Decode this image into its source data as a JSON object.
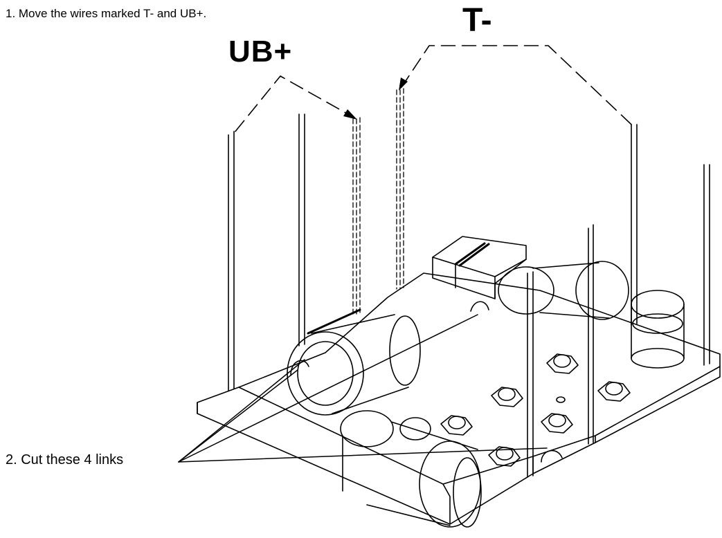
{
  "instructions": {
    "step1": "1. Move the wires marked T- and UB+.",
    "step2": "2.  Cut these 4 links"
  },
  "labels": {
    "ub_plus": "UB+",
    "t_minus": "T-"
  }
}
